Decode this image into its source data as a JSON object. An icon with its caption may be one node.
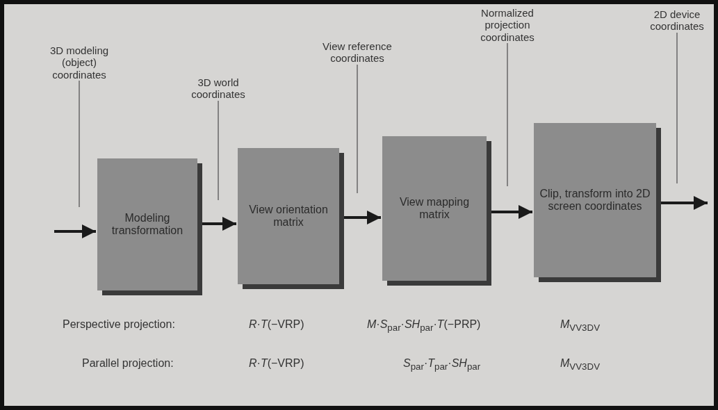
{
  "diagram": {
    "nodes": [
      {
        "text": [
          "Modeling transformation"
        ]
      },
      {
        "text": [
          "View orientation matrix"
        ]
      },
      {
        "text": [
          "View mapping matrix"
        ]
      },
      {
        "text": [
          "Clip, transform into 2D screen coordinates"
        ]
      },
      {
        "text": [
          "3D modeling (object) coordinates"
        ]
      },
      {
        "text": [
          "3D world coordinates"
        ]
      },
      {
        "text": [
          "View reference coordinates"
        ]
      },
      {
        "text": [
          "Normalized projection coordinates"
        ]
      },
      {
        "text": [
          "2D device coordinates"
        ]
      }
    ],
    "edges": [
      {
        "from": null,
        "to": 0,
        "arrow": "to",
        "style": "thick"
      },
      {
        "from": 0,
        "to": 1,
        "arrow": "to",
        "style": "thick"
      },
      {
        "from": 1,
        "to": 2,
        "arrow": "to",
        "style": "thick"
      },
      {
        "from": 2,
        "to": 3,
        "arrow": "to",
        "style": "thick"
      },
      {
        "from": 3,
        "to": null,
        "arrow": "to",
        "style": "thick"
      },
      {
        "from": 4,
        "to": null,
        "arrow": "none"
      },
      {
        "from": 5,
        "to": null,
        "arrow": "none"
      },
      {
        "from": 6,
        "to": null,
        "arrow": "none"
      },
      {
        "from": 7,
        "to": null,
        "arrow": "none"
      },
      {
        "from": 8,
        "to": null,
        "arrow": "none"
      }
    ],
    "labels": [
      "Perspective projection:",
      "*R*·*T*(−VRP)",
      "*M*·*S*$_{par}$·*SH*$_{par}$·*T*(−PRP)",
      "*M*$_{VV3DV}$",
      "Parallel projection:",
      "*R*·*T*(−VRP)",
      "*S*$_{par}$·*T*$_{par}$·*SH*$_{par}$",
      "*M*$_{VV3DV}$"
    ]
  }
}
